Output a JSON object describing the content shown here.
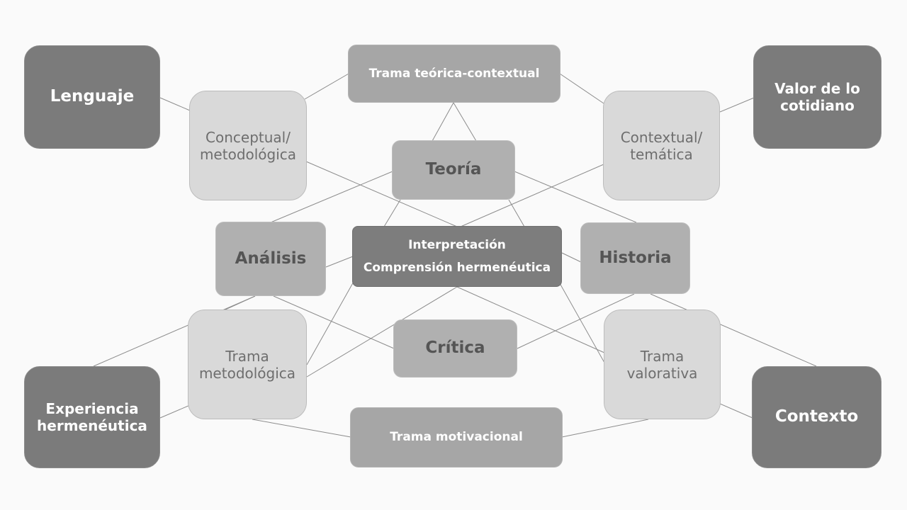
{
  "diagram": {
    "nodes": {
      "lenguaje": "Lenguaje",
      "valor": [
        "Valor de lo",
        "cotidiano"
      ],
      "experiencia": [
        "Experiencia",
        "hermenéutica"
      ],
      "contexto": "Contexto",
      "trama_teorica": "Trama teórica-contextual",
      "trama_motivacional": "Trama motivacional",
      "conceptual": [
        "Conceptual/",
        "metodológica"
      ],
      "contextual": [
        "Contextual/",
        "temática"
      ],
      "trama_metodologica": [
        "Trama",
        "metodológica"
      ],
      "trama_valorativa": [
        "Trama",
        "valorativa"
      ],
      "teoria": "Teoría",
      "analisis": "Análisis",
      "historia": "Historia",
      "critica": "Crítica",
      "interpretacion": [
        "Interpretación",
        "Comprensión hermenéutica"
      ]
    }
  }
}
